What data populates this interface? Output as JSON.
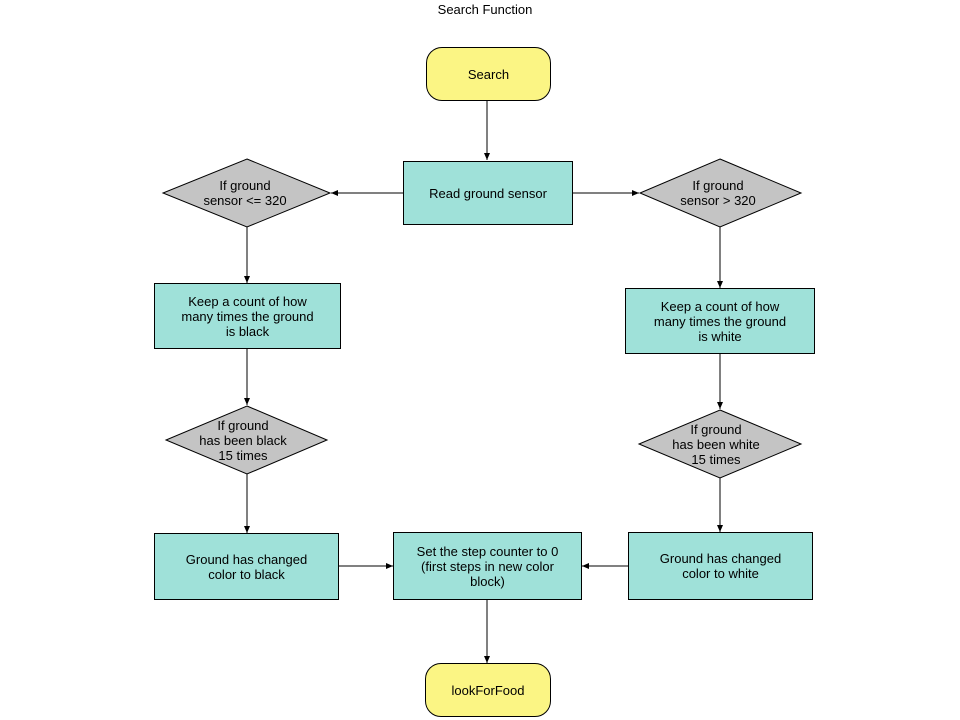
{
  "title": "Search Function",
  "nodes": {
    "start": "Search",
    "read_sensor": "Read ground sensor",
    "cond_left": "If ground\nsensor <= 320",
    "cond_right": "If ground\nsensor > 320",
    "count_black": "Keep a count of how\nmany times the ground\nis black",
    "count_white": "Keep a count of how\nmany times the ground\nis white",
    "cond_black15": "If ground\nhas been black\n15 times",
    "cond_white15": "If ground\nhas been white\n15 times",
    "changed_black": "Ground has changed\ncolor to black",
    "changed_white": "Ground has changed\ncolor to white",
    "reset_counter": "Set the step counter to 0\n(first steps in new color\nblock)",
    "end": "lookForFood"
  },
  "colors": {
    "terminal": "#fbf584",
    "process": "#9fe1d9",
    "decision": "#c4c4c4",
    "line": "#000000"
  }
}
